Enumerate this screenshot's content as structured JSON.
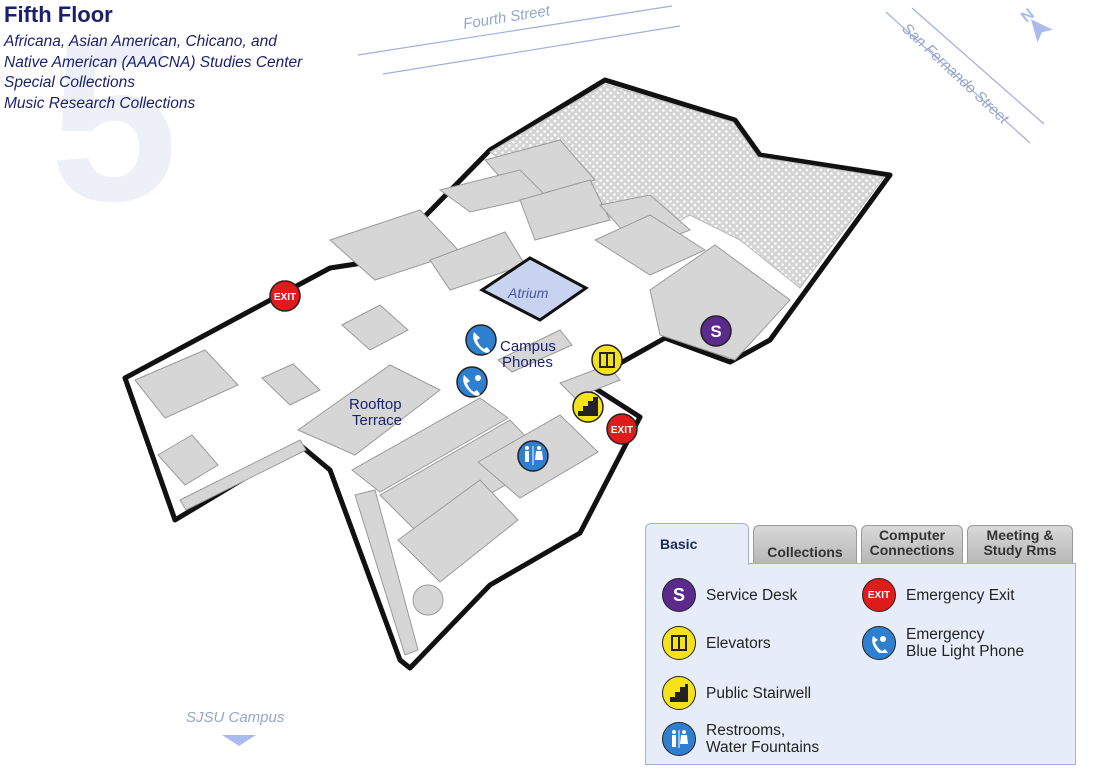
{
  "page": {
    "floor_number": "5",
    "title": "Fifth Floor",
    "description_lines": [
      "Africana, Asian American, Chicano, and",
      "Native American (AAACNA) Studies Center",
      "Special Collections",
      "Music Research Collections"
    ]
  },
  "streets": {
    "top": "Fourth Street",
    "right": "San Fernando Street",
    "bottom": "SJSU Campus"
  },
  "compass": {
    "label": "N"
  },
  "map_labels": {
    "atrium": "Atrium",
    "campus_phones": [
      "Campus",
      "Phones"
    ],
    "rooftop_terrace": [
      "Rooftop",
      "Terrace"
    ]
  },
  "icon_text": {
    "service_desk": "S",
    "exit": "EXIT"
  },
  "legend": {
    "tabs": [
      {
        "label": "Basic",
        "active": true
      },
      {
        "label": "Collections",
        "active": false
      },
      {
        "label": "Computer Connections",
        "active": false
      },
      {
        "label": "Meeting & Study Rms",
        "active": false
      }
    ],
    "tab_lines": {
      "computer": [
        "Computer",
        "Connections"
      ],
      "meeting": [
        "Meeting &",
        "Study Rms"
      ]
    },
    "items": {
      "service_desk": "Service Desk",
      "emergency_exit": "Emergency Exit",
      "elevators": "Elevators",
      "blue_light": [
        "Emergency",
        "Blue Light Phone"
      ],
      "stairwell": "Public Stairwell",
      "restrooms": [
        "Restrooms,",
        "Water Fountains"
      ]
    }
  },
  "colors": {
    "title": "#1a1f6e",
    "room_fill": "#d6d6d6",
    "outline": "#111111",
    "service_desk": "#5b2a8c",
    "exit": "#e01b1b",
    "elevator_stair": "#f6e21c",
    "phone": "#2e7fd0",
    "street_line": "#8fa3d6",
    "legend_bg": "#e6edf8"
  }
}
